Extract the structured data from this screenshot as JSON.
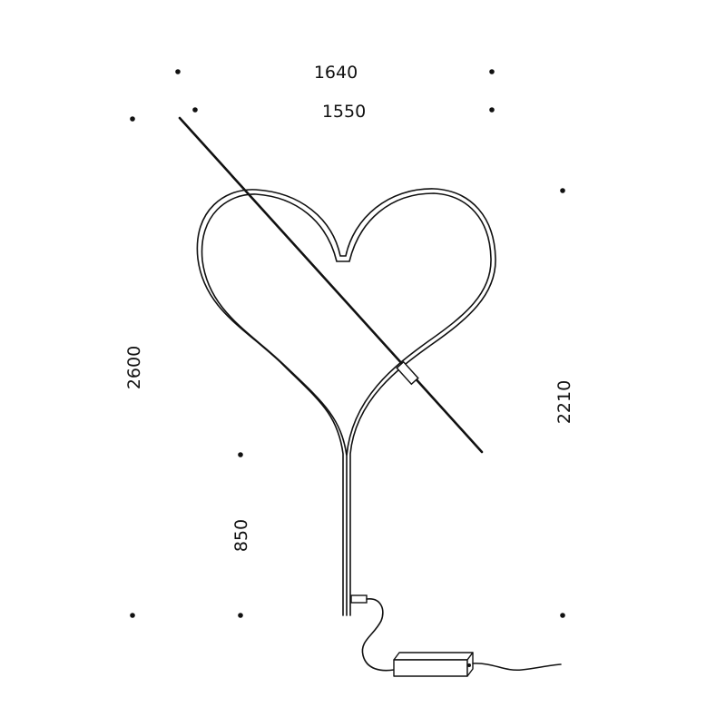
{
  "dimensions": {
    "overall_width": "1640",
    "inner_width": "1550",
    "overall_height": "2600",
    "lamp_height": "2210",
    "stem_height": "850"
  },
  "colors": {
    "line": "#111111",
    "background": "#ffffff"
  }
}
